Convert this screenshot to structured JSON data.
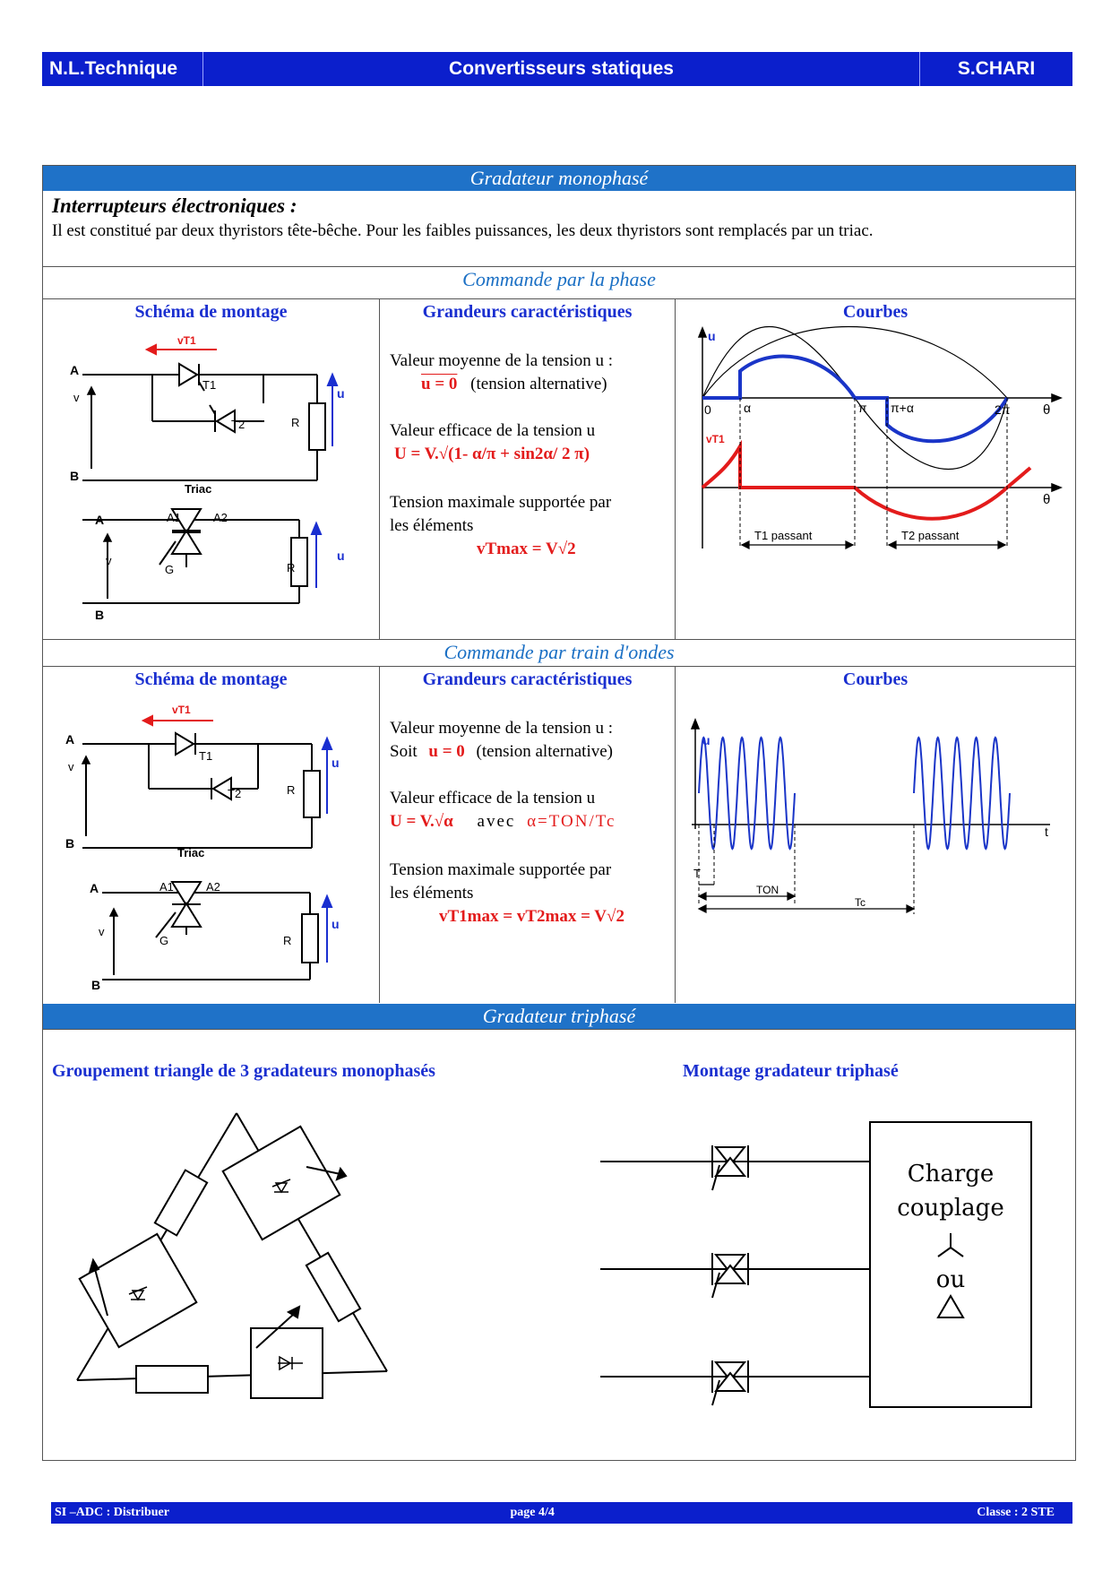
{
  "header": {
    "left": "N.L.Technique",
    "center": "Convertisseurs statiques",
    "right": "S.CHARI"
  },
  "mono": {
    "band": "Gradateur monophasé",
    "intro_title": "Interrupteurs électroniques :",
    "intro_text": "Il est constitué par deux thyristors tête-bêche. Pour les faibles puissances, les deux thyristors sont remplacés par un triac."
  },
  "phase": {
    "title": "Commande par la phase",
    "col1": "Schéma de montage",
    "col2": "Grandeurs caractéristiques",
    "col3": "Courbes",
    "l1": "Valeur moyenne de la tension u :",
    "l2_formula": "u = 0",
    "l2_rest": "(tension alternative)",
    "l3": "Valeur efficace de la tension u",
    "l4_formula": "U =  V.√(1-  α/π  + sin2α/ 2 π)",
    "l5": "Tension maximale supportée par",
    "l6": "les éléments",
    "l7_formula": "vTmax = V√2"
  },
  "train": {
    "title": "Commande par train d'ondes",
    "col1": "Schéma de montage",
    "col2": "Grandeurs caractéristiques",
    "col3": "Courbes",
    "l1": "Valeur moyenne de la tension u :",
    "l2_prefix": "Soit",
    "l2_formula": "u  = 0",
    "l2_rest": "(tension alternative)",
    "l3": "Valeur efficace de la tension u",
    "l4_formula": "U =  V.√α",
    "l4_avec": "avec",
    "l4_alpha": "α=TON/Tc",
    "l5": "Tension maximale supportée par",
    "l6": "les éléments",
    "l7_formula": "vT1max = vT2max = V√2"
  },
  "schema": {
    "A": "A",
    "B": "B",
    "v": "v",
    "u": "u",
    "R": "R",
    "T1": "T1",
    "T2": "T2",
    "vT1": "vT1",
    "triac": "Triac",
    "A1": "A1",
    "A2": "A2",
    "G": "G"
  },
  "curves_phase": {
    "u": "u",
    "vT1": "vT1",
    "zero": "0",
    "alpha": "α",
    "pi": "π",
    "pi_alpha": "π+α",
    "two_pi": "2π",
    "theta": "θ",
    "t1_passant": "T1  passant",
    "t2_passant": "T2 passant"
  },
  "curves_train": {
    "u": "u",
    "t": "t",
    "T": "T",
    "TON": "TON",
    "Tc": "Tc"
  },
  "tri": {
    "band": "Gradateur triphasé",
    "left_title": "Groupement triangle de 3 gradateurs monophasés",
    "right_title": "Montage gradateur triphasé",
    "charge": "Charge",
    "couplage": "couplage",
    "ou": "ou"
  },
  "footer": {
    "left": "SI –ADC : Distribuer",
    "center": "page 4/4",
    "right": "Classe : 2 STE"
  }
}
